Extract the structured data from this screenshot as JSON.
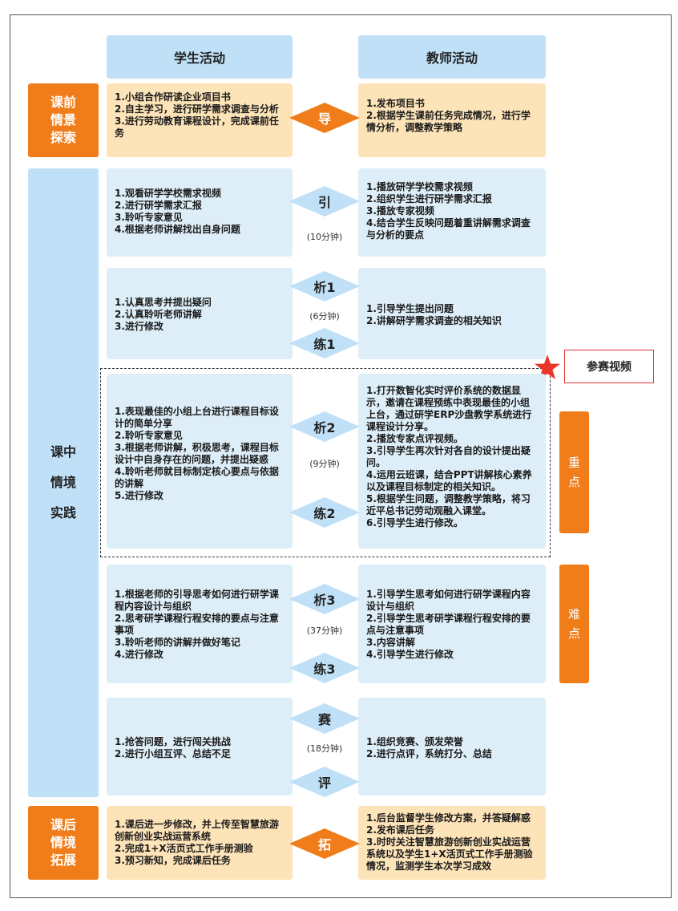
{
  "headers": {
    "student": "学生活动",
    "teacher": "教师活动"
  },
  "stages": {
    "pre": "课前\n情景\n探索",
    "mid": "课中\n情境\n实践",
    "post": "课后\n情境\n拓展"
  },
  "side": {
    "video": "参赛视频",
    "key": "重\n点",
    "difficult": "难\n点"
  },
  "colors": {
    "orange": "#f07d1a",
    "light_orange": "#fde3b8",
    "light_blue": "#ddeef8",
    "header_blue": "#bfe0f7",
    "star_red": "#e8352c"
  },
  "rows": [
    {
      "student": [
        "1.小组合作研读企业项目书",
        "2.自主学习，进行研学需求调查与分析",
        "3.进行劳动教育课程设计，完成课前任务"
      ],
      "teacher": [
        "1.发布项目书",
        "2.根据学生课前任务完成情况，进行学情分析，调整教学策略"
      ],
      "top": "导",
      "bottom": "",
      "duration": ""
    },
    {
      "student": [
        "1.观看研学学校需求视频",
        "2.进行研学需求汇报",
        "3.聆听专家意见",
        "4.根据老师讲解找出自身问题"
      ],
      "teacher": [
        "1.播放研学学校需求视频",
        "2.组织学生进行研学需求汇报",
        "3.播放专家视频",
        "4.结合学生反映问题着重讲解需求调查与分析的要点"
      ],
      "top": "引",
      "bottom": "",
      "duration": "(10分钟)"
    },
    {
      "student": [
        "1.认真思考并提出疑问",
        "2.认真聆听老师讲解",
        "3.进行修改"
      ],
      "teacher": [
        "1.引导学生提出问题",
        "2.讲解研学需求调查的相关知识"
      ],
      "top": "析1",
      "bottom": "练1",
      "duration": "(6分钟)"
    },
    {
      "student": [
        "1.表现最佳的小组上台进行课程目标设计的简单分享",
        "2.聆听专家意见",
        "3.根据老师讲解，积极思考，课程目标设计中自身存在的问题，并提出疑惑",
        "4.聆听老师就目标制定核心要点与依据的讲解",
        "5.进行修改"
      ],
      "teacher": [
        "1.打开数智化实时评价系统的数据显示，邀请在课程预练中表现最佳的小组上台，通过研学ERP沙盘教学系统进行课程设计分享。",
        "2.播放专家点评视频。",
        "3.引导学生再次针对各自的设计提出疑问。",
        "4.运用云班课，结合PPT讲解核心素养以及课程目标制定的相关知识。",
        "5.根据学生问题，调整教学策略，将习近平总书记劳动观融入课堂。",
        "6.引导学生进行修改。"
      ],
      "top": "析2",
      "bottom": "练2",
      "duration": "(9分钟)"
    },
    {
      "student": [
        "1.根据老师的引导思考如何进行研学课程内容设计与组织",
        "2.思考研学课程行程安排的要点与注意事项",
        "3.聆听老师的讲解并做好笔记",
        "4.进行修改"
      ],
      "teacher": [
        "1.引导学生思考如何进行研学课程内容设计与组织",
        "2.引导学生思考研学课程行程安排的要点与注意事项",
        "3.内容讲解",
        "4.引导学生进行修改"
      ],
      "top": "析3",
      "bottom": "练3",
      "duration": "(37分钟)"
    },
    {
      "student": [
        "1.抢答问题，进行闯关挑战",
        "2.进行小组互评、总结不足"
      ],
      "teacher": [
        "1.组织竞赛、颁发荣誉",
        "2.进行点评，系统打分、总结"
      ],
      "top": "赛",
      "bottom": "评",
      "duration": "(18分钟)"
    },
    {
      "student": [
        "1.课后进一步修改，并上传至智慧旅游创新创业实战运营系统",
        "2.完成1+X活页式工作手册测验",
        "3.预习新知，完成课后任务"
      ],
      "teacher": [
        "1.后台监督学生修改方案，并答疑解惑",
        "2.发布课后任务",
        "3.时时关注智慧旅游创新创业实战运营系统以及学生1+X活页式工作手册测验情况，监测学生本次学习成效"
      ],
      "top": "拓",
      "bottom": "",
      "duration": ""
    }
  ]
}
